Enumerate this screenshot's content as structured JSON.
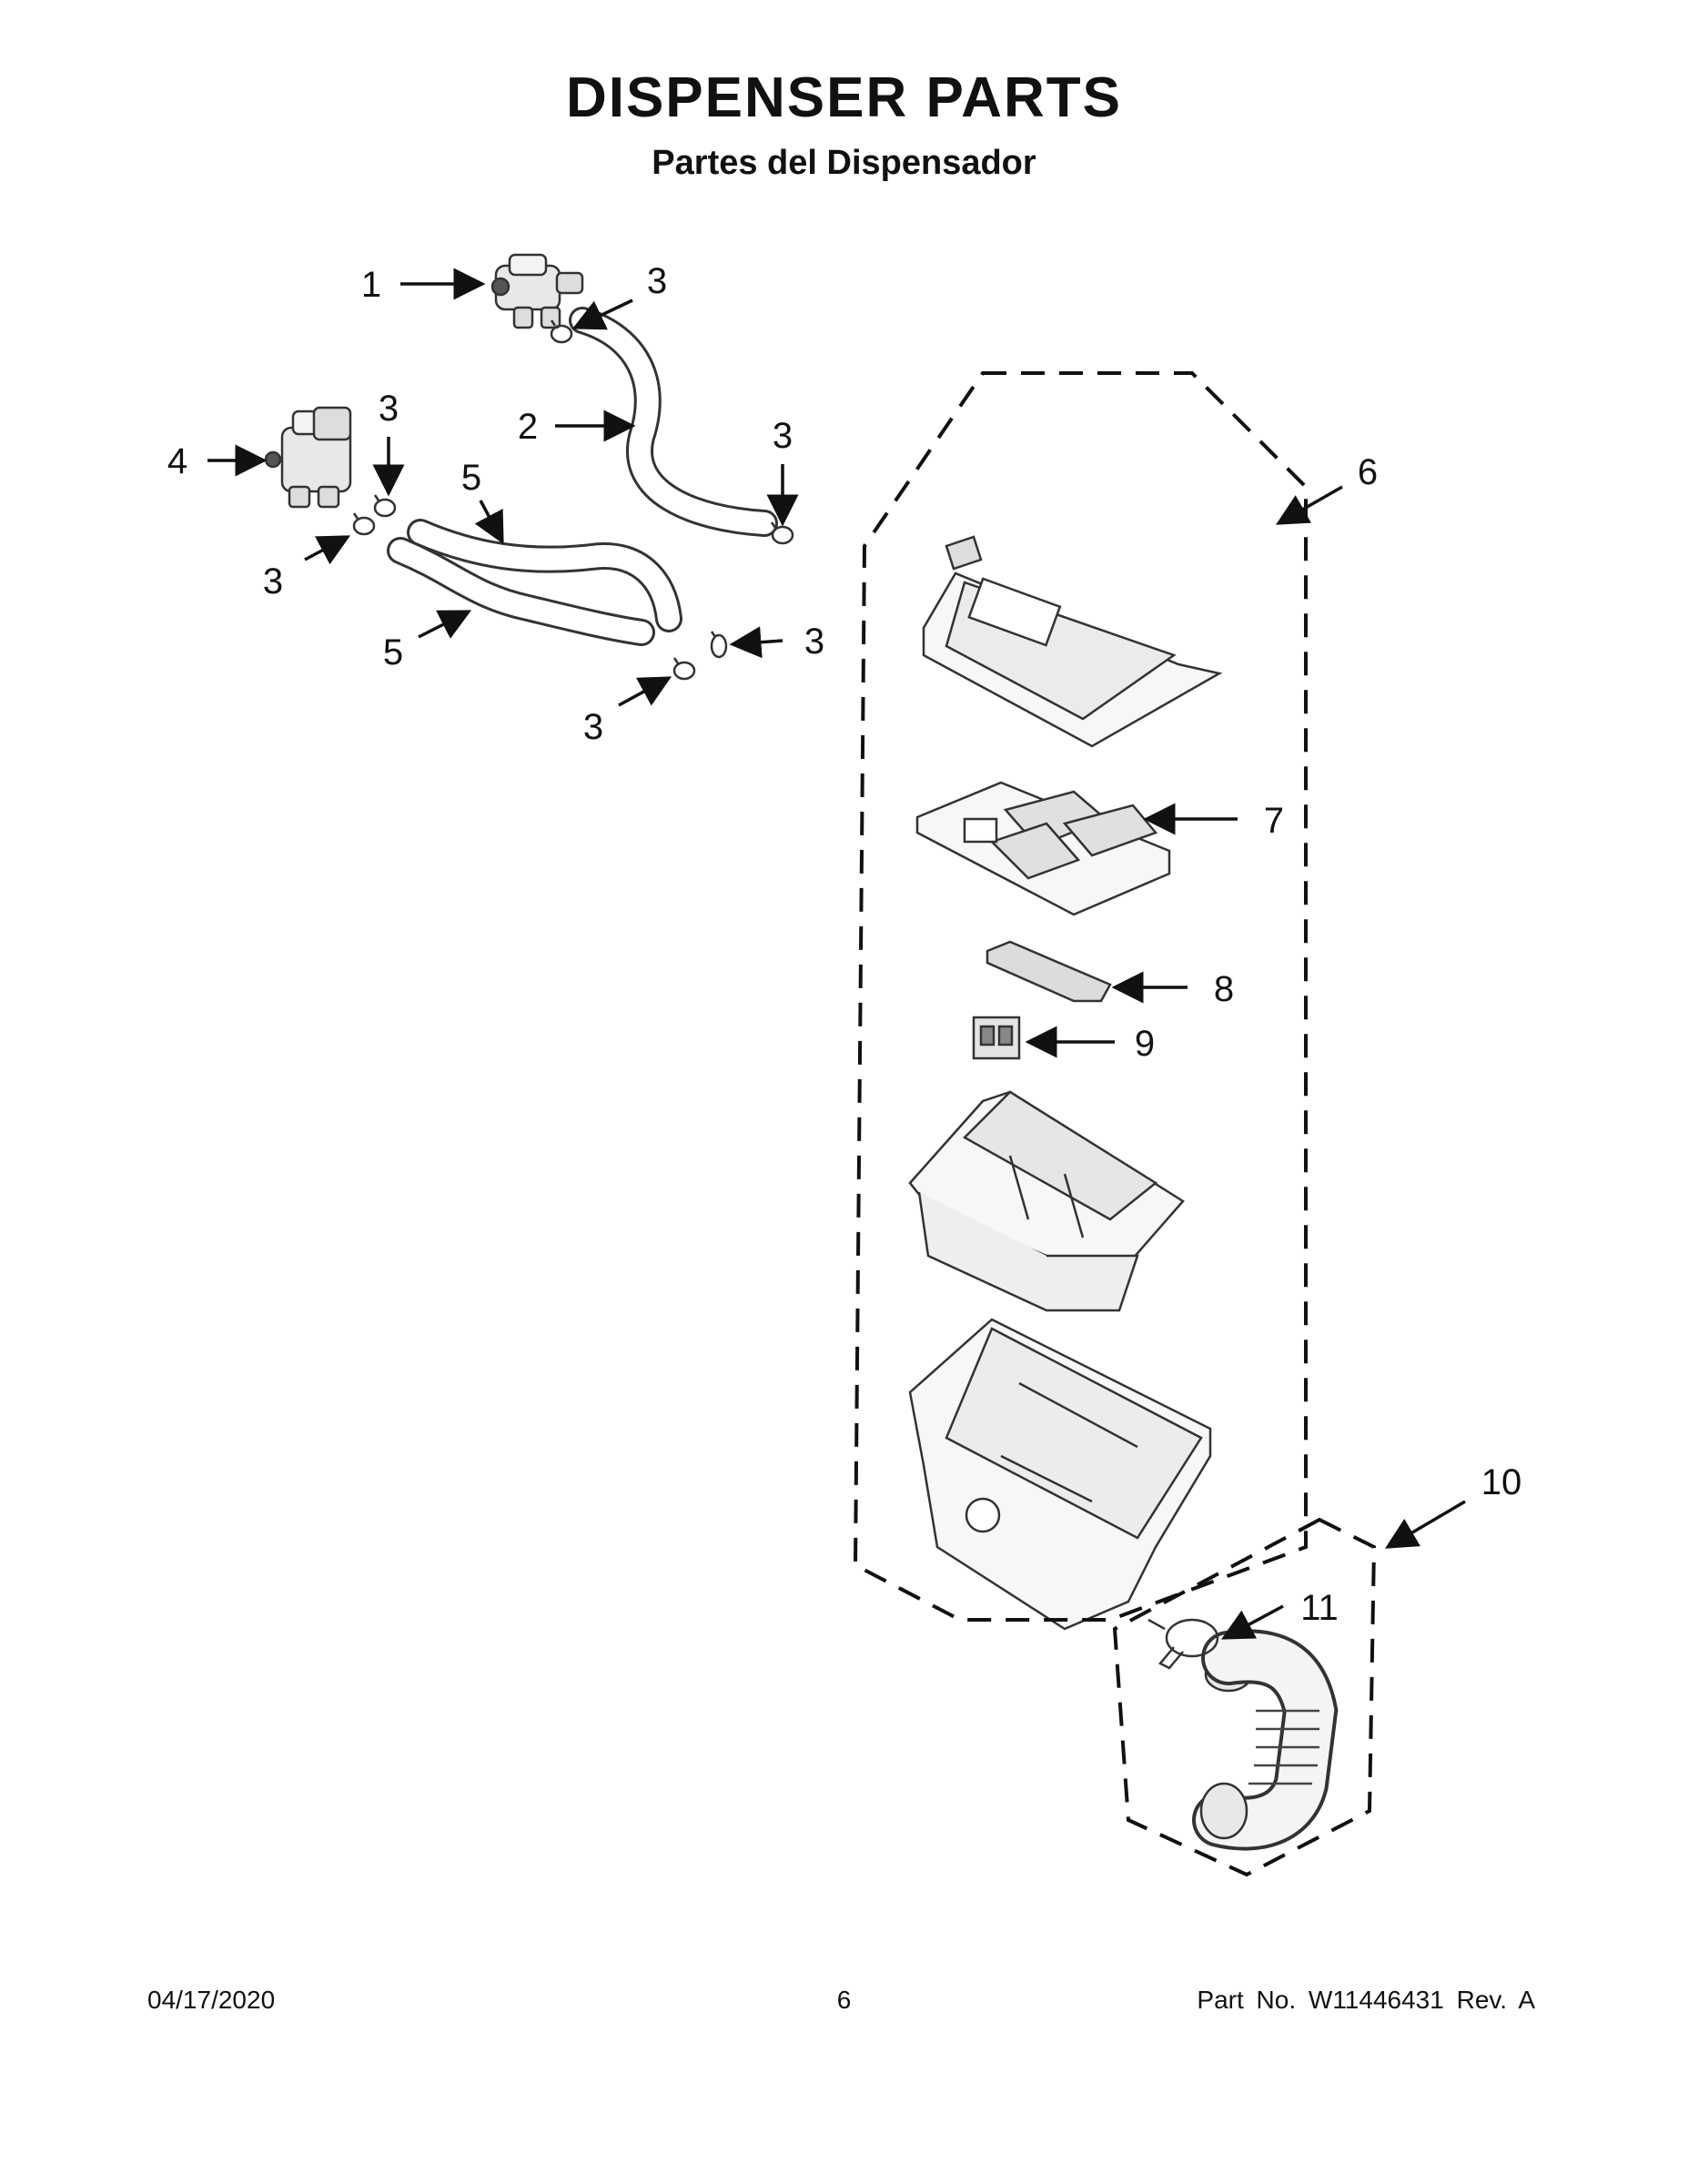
{
  "header": {
    "title": "DISPENSER PARTS",
    "subtitle": "Partes del Dispensador"
  },
  "callouts": {
    "c1": "1",
    "c2": "2",
    "c3a": "3",
    "c3b": "3",
    "c3c": "3",
    "c3d": "3",
    "c3e": "3",
    "c3f": "3",
    "c4": "4",
    "c5a": "5",
    "c5b": "5",
    "c6": "6",
    "c7": "7",
    "c8": "8",
    "c9": "9",
    "c10": "10",
    "c11": "11"
  },
  "footer": {
    "date": "04/17/2020",
    "page": "6",
    "part_no": "Part No.  W11446431  Rev.  A"
  }
}
